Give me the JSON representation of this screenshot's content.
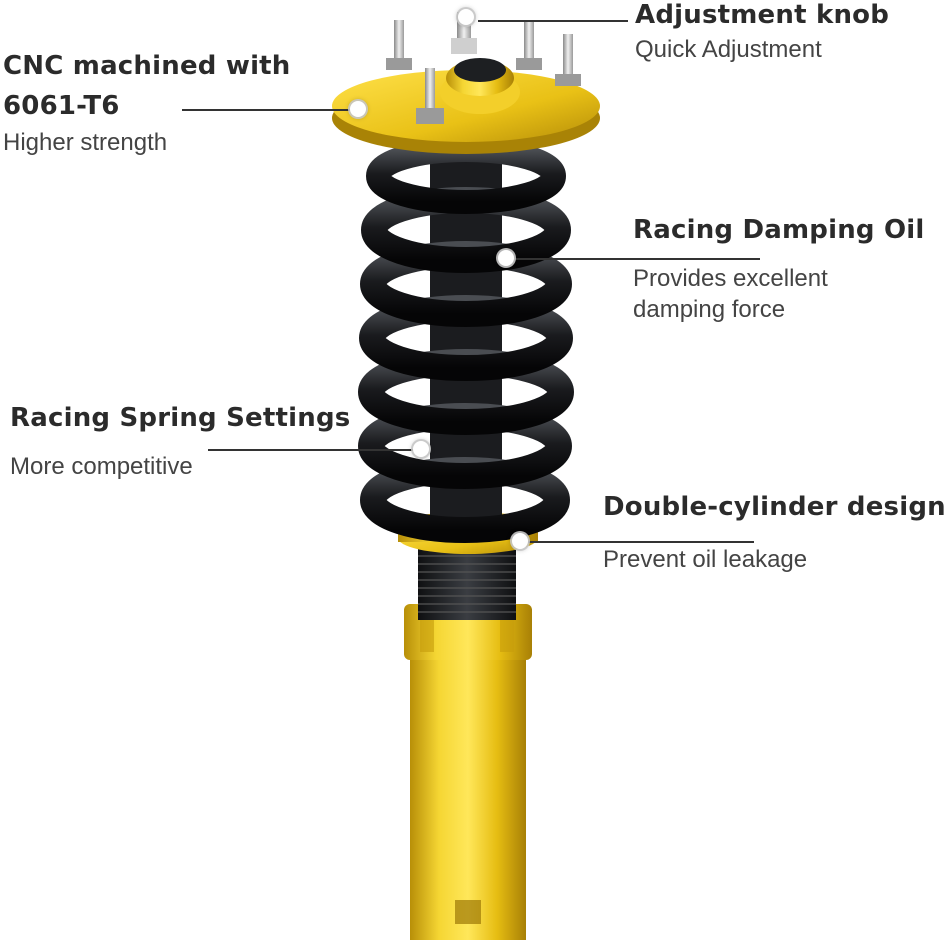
{
  "callouts": {
    "adjustment_knob": {
      "title": "Adjustment knob",
      "desc": "Quick Adjustment"
    },
    "cnc_machined": {
      "title_line1": "CNC machined with",
      "title_line2": "6061-T6",
      "desc": "Higher strength"
    },
    "damping_oil": {
      "title": "Racing Damping Oil",
      "desc_line1": "Provides excellent",
      "desc_line2": "damping force"
    },
    "spring_settings": {
      "title": "Racing Spring Settings",
      "desc": "More competitive"
    },
    "double_cylinder": {
      "title": "Double-cylinder design",
      "desc": "Prevent oil leakage"
    }
  },
  "colors": {
    "gold": "#e8c11a",
    "gold_dark": "#b8920a",
    "spring_black": "#1d1f22",
    "text": "#2b2b2b"
  }
}
